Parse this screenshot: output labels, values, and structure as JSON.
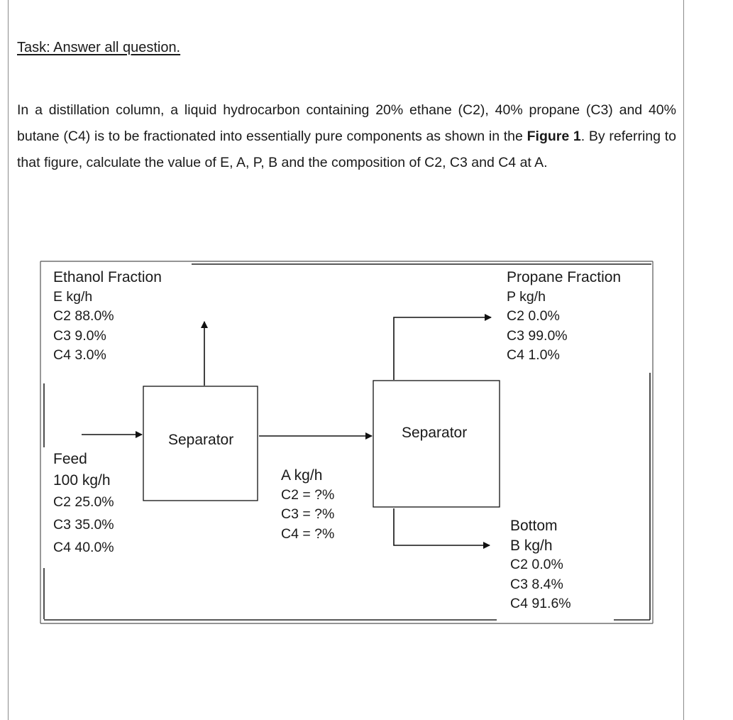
{
  "task": {
    "heading": "Task: Answer all question."
  },
  "problem": {
    "text_before": "In a distillation column, a liquid hydrocarbon containing 20% ethane (C2), 40% propane (C3) and 40% butane (C4) is to be fractionated into essentially pure components as shown in the ",
    "bold_ref": "Figure 1",
    "text_after": ". By referring to that figure, calculate the value of E, A, P, B and the composition of C2, C3 and C4 at A."
  },
  "figure": {
    "separator_1_label": "Separator",
    "separator_2_label": "Separator",
    "ethanol": {
      "title": "Ethanol Fraction",
      "flow": "E kg/h",
      "c2": "C2 88.0%",
      "c3": "C3 9.0%",
      "c4": "C4 3.0%"
    },
    "propane": {
      "title": "Propane Fraction",
      "flow": "P kg/h",
      "c2": "C2 0.0%",
      "c3": "C3 99.0%",
      "c4": "C4 1.0%"
    },
    "feed": {
      "title": "Feed",
      "flow": "100 kg/h",
      "c2": "C2 25.0%",
      "c3": "C3 35.0%",
      "c4": "C4 40.0%"
    },
    "stream_a": {
      "flow": "A kg/h",
      "c2": "C2 = ?%",
      "c3": "C3 = ?%",
      "c4": "C4 = ?%"
    },
    "bottom": {
      "title": "Bottom",
      "flow": "B kg/h",
      "c2": "C2 0.0%",
      "c3": "C3 8.4%",
      "c4": "C4 91.6%"
    }
  }
}
